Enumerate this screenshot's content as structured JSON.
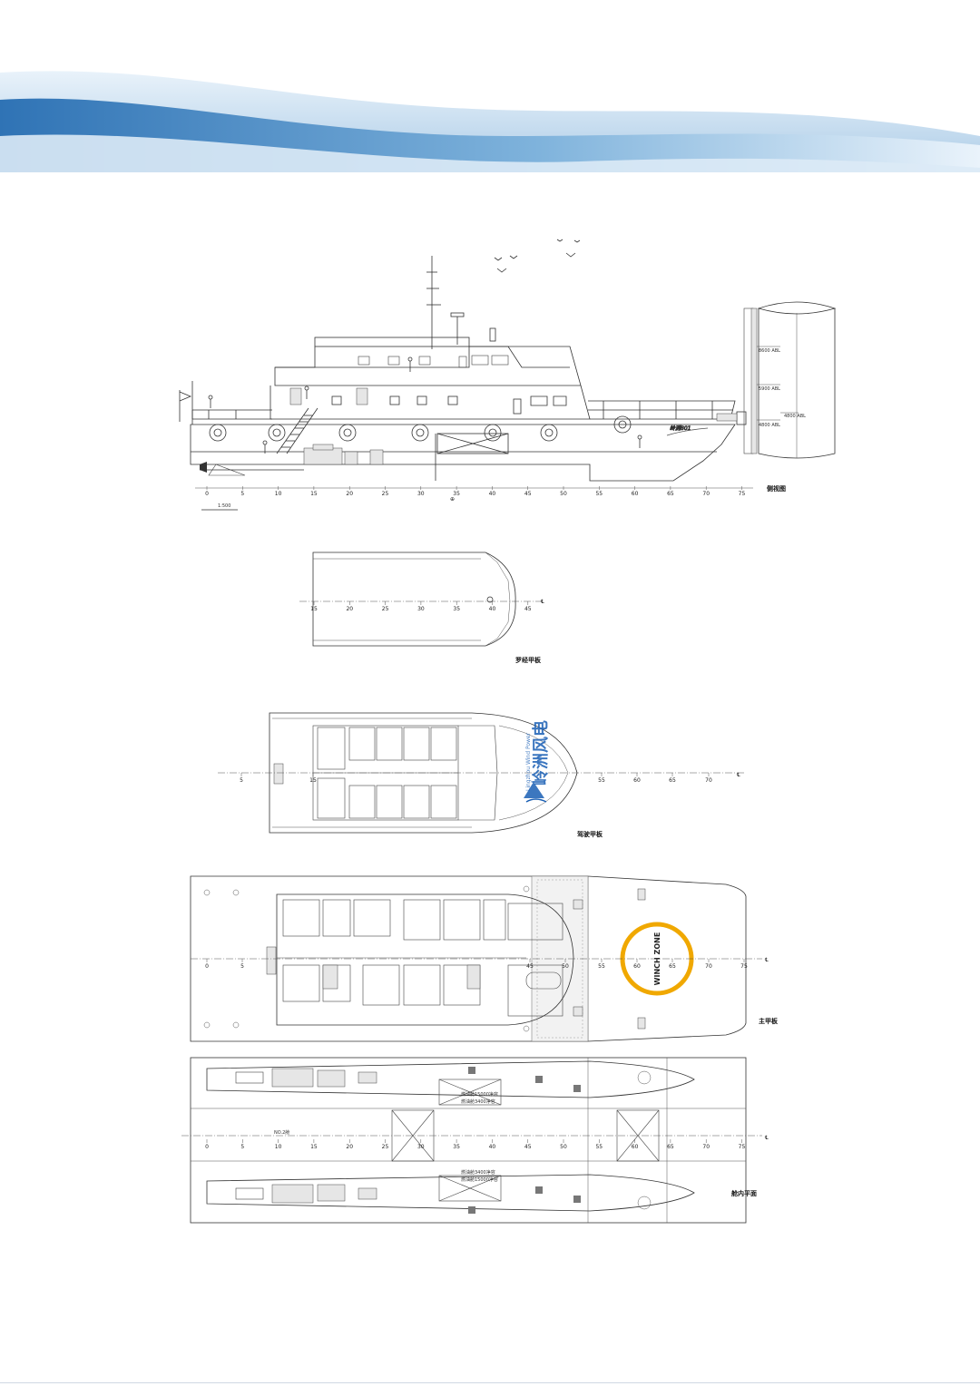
{
  "colors": {
    "banner_sky": "#ffffff",
    "banner_wave": "#4f8fc8",
    "winch_ring": "#f0a800",
    "logo_blue": "#1a5fb4"
  },
  "side_view": {
    "title": "侧视图",
    "ship_name": "岭洲801",
    "scale_label": "1:500",
    "frame_ticks": [
      "0",
      "5",
      "10",
      "15",
      "20",
      "25",
      "30",
      "35",
      "40",
      "45",
      "50",
      "55",
      "60",
      "65",
      "70",
      "75"
    ],
    "levels": [
      "8600 ABL",
      "5900 ABL",
      "4800 ABL",
      "4800 ABL"
    ],
    "midship_mark": "⊕"
  },
  "compass_deck": {
    "title": "罗经甲板",
    "frame_ticks": [
      "15",
      "20",
      "25",
      "30",
      "35",
      "40",
      "45"
    ],
    "centerline_mark": "℄"
  },
  "bridge_deck": {
    "title": "驾驶甲板",
    "frame_ticks": [
      "5",
      "15",
      "55",
      "60",
      "65",
      "70"
    ],
    "centerline_mark": "℄",
    "logo_cn": "岭洲风电",
    "logo_en": "Lingzhou Wind Power"
  },
  "main_deck": {
    "title": "主甲板",
    "frame_ticks": [
      "0",
      "5",
      "45",
      "50",
      "55",
      "60",
      "65",
      "70",
      "75"
    ],
    "centerline_mark": "℄",
    "winch_label": "WINCH ZONE"
  },
  "hull_plan": {
    "title": "舱内平面",
    "frame_ticks": [
      "0",
      "5",
      "10",
      "15",
      "20",
      "25",
      "30",
      "35",
      "40",
      "45",
      "50",
      "55",
      "60",
      "65",
      "70",
      "75"
    ],
    "centerline_mark": "℄",
    "tank_labels": [
      "燃油舱15000净容",
      "燃油舱3400净容",
      "燃油舱3400净容",
      "燃油舱15000净容"
    ],
    "room_label": "NO.2舱"
  }
}
